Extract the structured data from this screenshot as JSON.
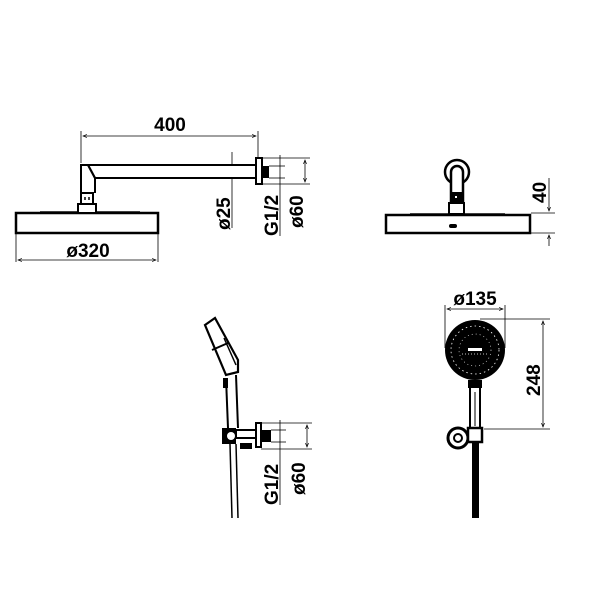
{
  "drawing": {
    "title": "Shower set technical drawing",
    "stroke_color": "#000000",
    "background": "#ffffff"
  },
  "views": {
    "overhead_side": {
      "arm_length": "400",
      "arm_diameter": "ø25",
      "inlet_thread": "G1/2",
      "flange_diameter": "ø60",
      "head_diameter": "ø320"
    },
    "overhead_front": {
      "head_thickness": "40"
    },
    "hand_side": {
      "inlet_thread": "G1/2",
      "flange_diameter": "ø60"
    },
    "hand_front": {
      "head_diameter": "ø135",
      "length": "248"
    }
  }
}
